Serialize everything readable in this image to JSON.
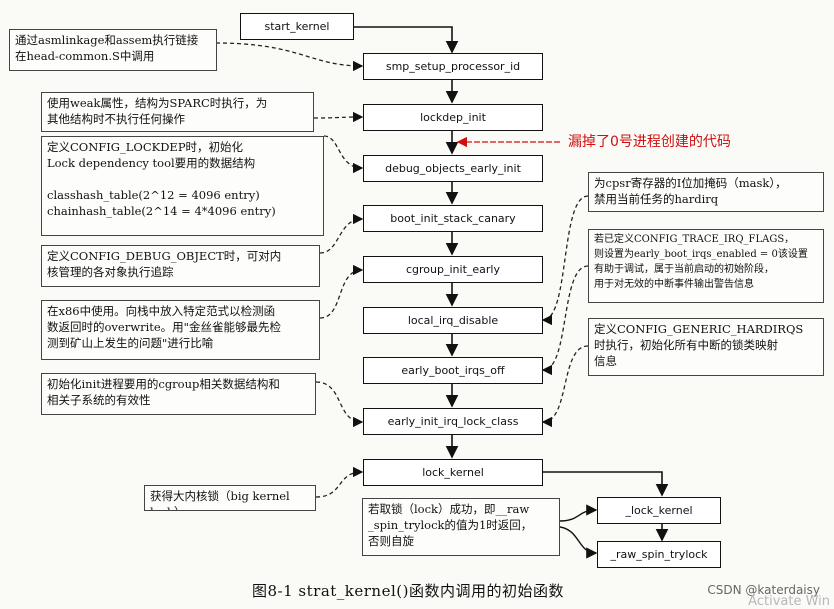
{
  "flow": {
    "start_kernel": "start_kernel",
    "smp_setup_processor_id": "smp_setup_processor_id",
    "lockdep_init": "lockdep_init",
    "debug_objects_early_init": "debug_objects_early_init",
    "boot_init_stack_canary": "boot_init_stack_canary",
    "cgroup_init_early": "cgroup_init_early",
    "local_irq_disable": "local_irq_disable",
    "early_boot_irqs_off": "early_boot_irqs_off",
    "early_init_irq_lock_class": "early_init_irq_lock_class",
    "lock_kernel": "lock_kernel",
    "_lock_kernel": "_lock_kernel",
    "_raw_spin_trylock": "_raw_spin_trylock"
  },
  "notes": {
    "asmlinkage": "通过asmlinkage和assem执行链接\n在head-common.S中调用",
    "weak": "使用weak属性，结构为SPARC时执行，为\n其他结构时不执行任何操作",
    "lockdep": "定义CONFIG_LOCKDEP时，初始化\nLock dependency tool要用的数据结构\n\nclasshash_table(2^12 = 4096 entry)\nchainhash_table(2^14 = 4*4096 entry)",
    "debug_object": "定义CONFIG_DEBUG_OBJECT时，可对内\n核管理的各对象执行追踪",
    "x86": "在x86中使用。向栈中放入特定范式以检测函\n数返回时的overwrite。用\"金丝雀能够最先检\n测到矿山上发生的问题\"进行比喻",
    "cgroup": "初始化init进程要用的cgroup相关数据结构和\n相关子系统的有效性",
    "cpsr": "为cpsr寄存器的I位加掩码（mask），\n禁用当前任务的hardirq",
    "trace_irq": "若已定义CONFIG_TRACE_IRQ_FLAGS，\n则设置为early_boot_irqs_enabled = 0该设置\n有助于调试，属于当前启动的初始阶段，\n用于对无效的中断事件输出警告信息",
    "hardirqs": "定义CONFIG_GENERIC_HARDIRQS\n时执行，初始化所有中断的锁类映射\n信息",
    "big_lock": "获得大内核锁（big kernel lock）",
    "trylock": "若取锁（lock）成功，即__raw\n_spin_trylock的值为1时返回，\n否则自旋"
  },
  "red_label": "漏掉了0号进程创建的代码",
  "caption": "图8-1    strat_kernel()函数内调用的初始函数",
  "watermark": "CSDN @katerdaisy",
  "watermark2": "Activate Win"
}
